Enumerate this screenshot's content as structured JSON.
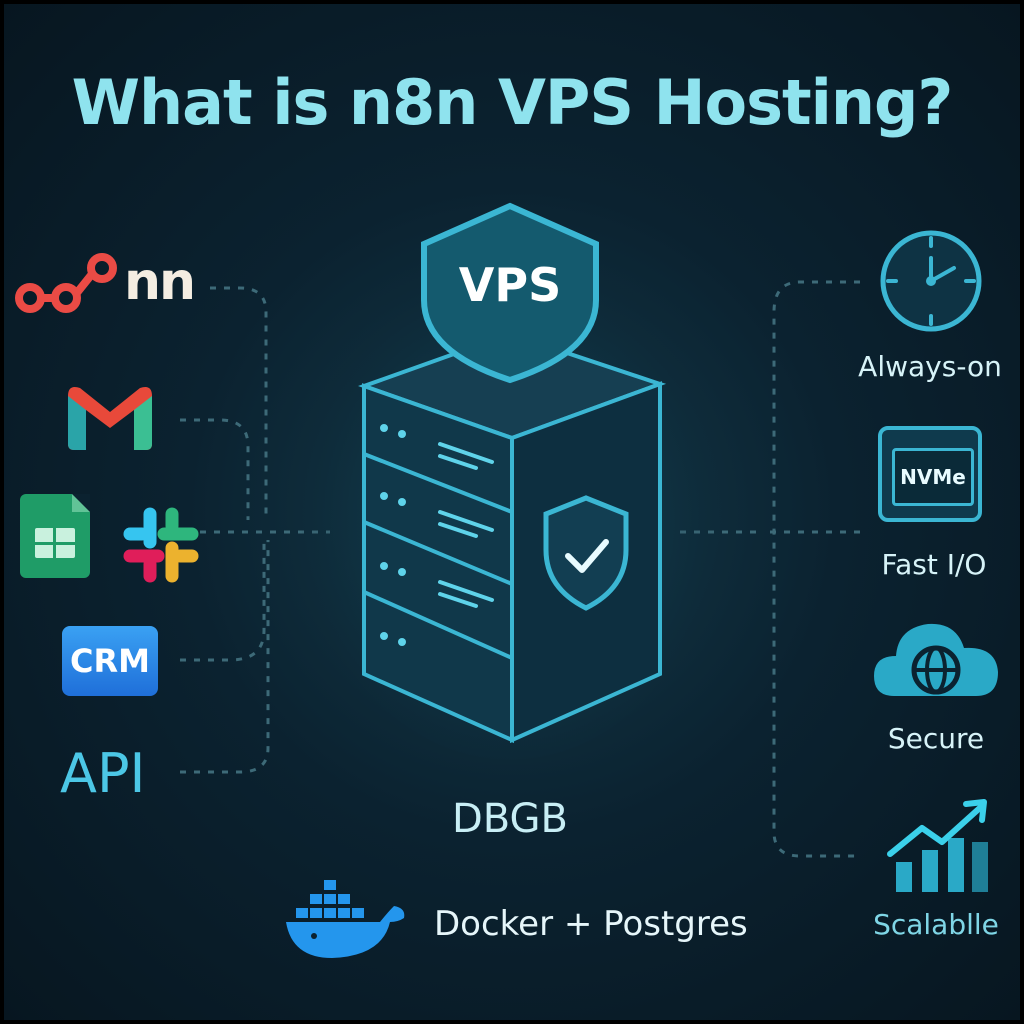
{
  "title": "What is n8n VPS Hosting?",
  "integrations": {
    "n8n_wordmark": "nn",
    "crm_label": "CRM",
    "api_label": "API",
    "icons": [
      "n8n-logo-icon",
      "gmail-icon",
      "google-sheets-icon",
      "slack-icon",
      "crm-icon"
    ]
  },
  "server": {
    "shield_label": "VPS",
    "storage_label": "DBGB",
    "stack_label": "Docker + Postgres"
  },
  "features": [
    {
      "icon": "clock-icon",
      "label": "Always-on"
    },
    {
      "icon": "nvme-chip-icon",
      "label": "Fast I/O",
      "badge": "NVMe"
    },
    {
      "icon": "cloud-globe-icon",
      "label": "Secure"
    },
    {
      "icon": "growth-chart-icon",
      "label": "Scalablle"
    }
  ],
  "colors": {
    "background": "#0b2230",
    "title": "#8fe3ee",
    "accent": "#3bb6d3",
    "n8n_red": "#ea4b45"
  }
}
